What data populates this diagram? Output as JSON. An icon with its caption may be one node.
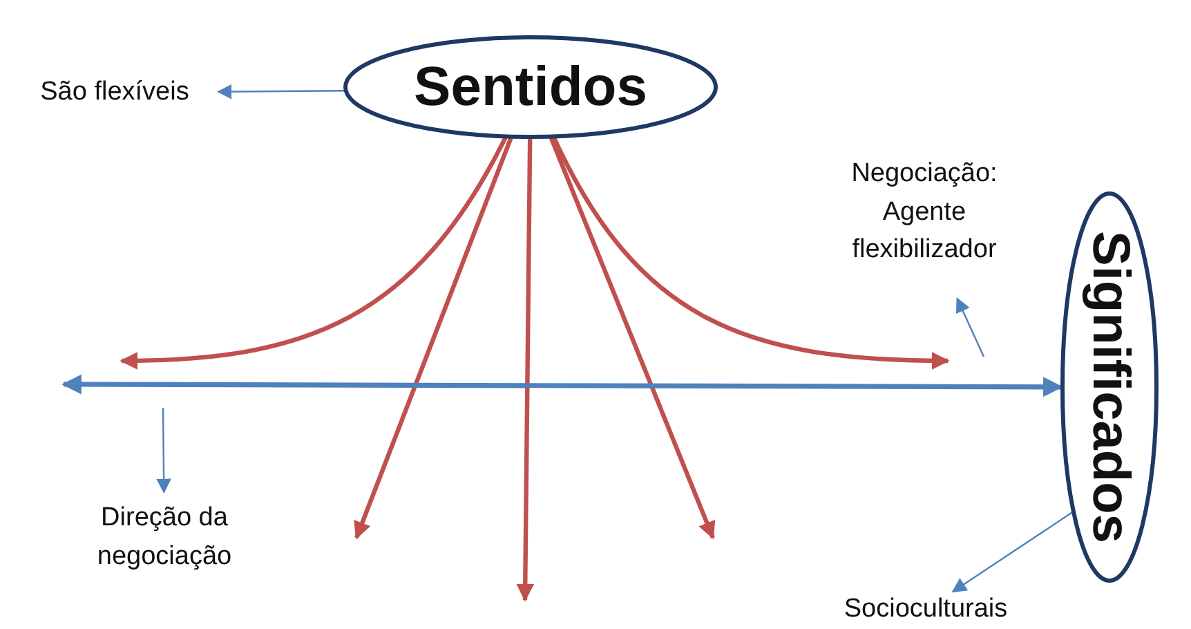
{
  "diagram": {
    "nodes": [
      {
        "text": [
          "Sentidos"
        ]
      },
      {
        "text": [
          "Significados"
        ]
      },
      {
        "text": [
          "São flexíveis"
        ]
      },
      {
        "text": [
          "Negociação: Agente flexibilizador"
        ]
      },
      {
        "text": [
          "Direção da negociação"
        ]
      },
      {
        "text": [
          "Socioculturais"
        ]
      }
    ],
    "edges": [
      {
        "from": 0,
        "to": 2,
        "arrow": "to"
      },
      {
        "from": 0,
        "to": null,
        "arrow": "to",
        "color": "#c0504d"
      },
      {
        "from": 0,
        "to": null,
        "arrow": "to",
        "color": "#c0504d"
      },
      {
        "from": 0,
        "to": null,
        "arrow": "to",
        "color": "#c0504d"
      },
      {
        "from": 0,
        "to": null,
        "arrow": "to",
        "color": "#c0504d"
      },
      {
        "from": 0,
        "to": null,
        "arrow": "to",
        "color": "#c0504d"
      },
      {
        "from": null,
        "to": 1,
        "arrow": "both"
      },
      {
        "from": null,
        "to": 3,
        "arrow": "to"
      },
      {
        "from": null,
        "to": 4,
        "arrow": "to"
      },
      {
        "from": 1,
        "to": 5,
        "arrow": "to"
      }
    ]
  }
}
